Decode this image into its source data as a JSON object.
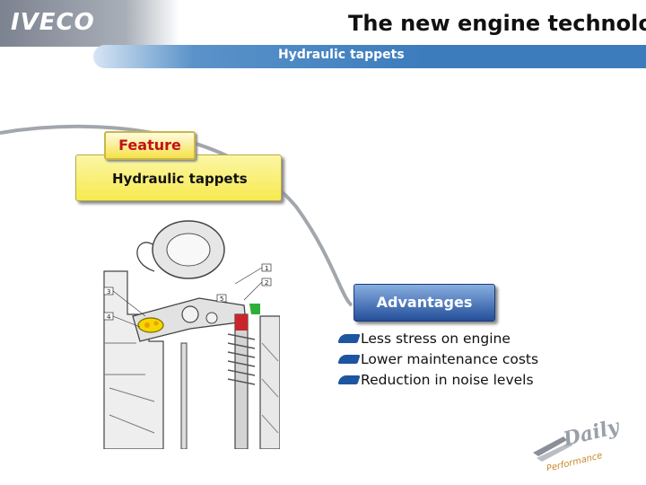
{
  "header": {
    "logo": "IVECO",
    "title": "The new engine technology",
    "subtitle": "Hydraulic tappets"
  },
  "feature": {
    "tab_label": "Feature",
    "text": "Hydraulic tappets"
  },
  "diagram": {
    "callouts": [
      "1",
      "2",
      "3",
      "4",
      "5"
    ]
  },
  "advantages": {
    "tab_label": "Advantages",
    "items": [
      "Less stress on engine",
      "Lower maintenance costs",
      "Reduction in noise levels"
    ]
  },
  "footer_logo": {
    "brand": "Daily",
    "tagline": "Performance"
  },
  "colors": {
    "accent_blue": "#3c7cbd",
    "feature_yellow": "#f6ea4e",
    "feature_red": "#c0121c",
    "bullet_blue": "#1d55a0"
  }
}
